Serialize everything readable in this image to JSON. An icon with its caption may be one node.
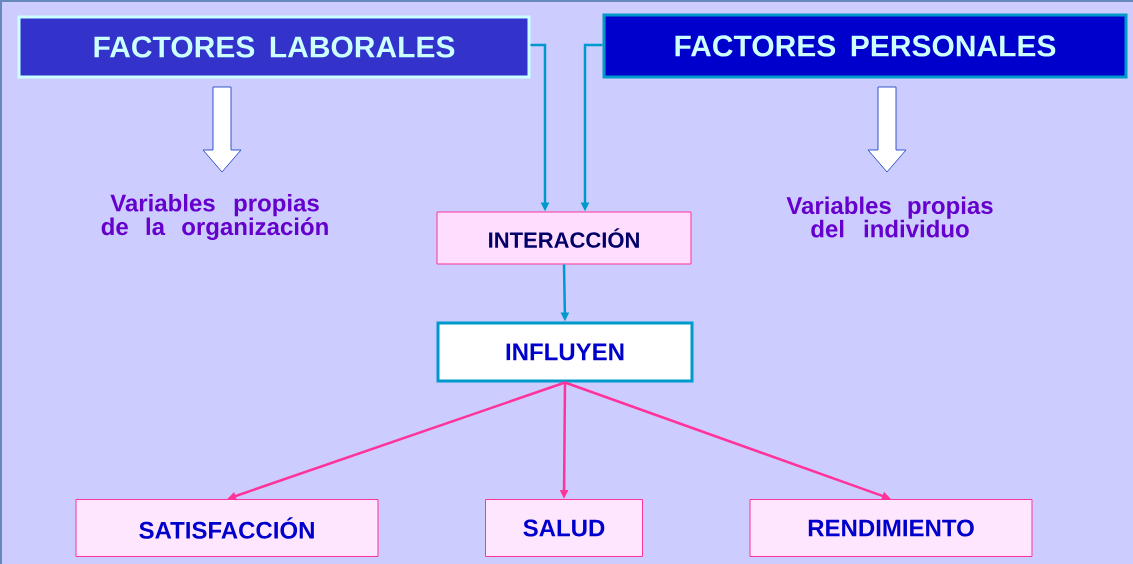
{
  "diagram": {
    "nodes": [
      {
        "text": [
          "FACTORES LABORALES"
        ]
      },
      {
        "text": [
          "FACTORES PERSONALES"
        ]
      },
      {
        "text": [
          "Variables propias de la organización"
        ]
      },
      {
        "text": [
          "Variables propias del individuo"
        ]
      },
      {
        "text": [
          "INTERACCIÓN"
        ]
      },
      {
        "text": [
          "INFLUYEN"
        ]
      },
      {
        "text": [
          "SATISFACCIÓN"
        ]
      },
      {
        "text": [
          "SALUD"
        ]
      },
      {
        "text": [
          "RENDIMIENTO"
        ]
      }
    ],
    "edges": [
      {
        "from": 0,
        "to": 2,
        "arrow": "to",
        "color": "#3355cc"
      },
      {
        "from": 1,
        "to": 3,
        "arrow": "to",
        "color": "#3355cc"
      },
      {
        "from": 0,
        "to": 4,
        "arrow": "to",
        "color": "#0099cc"
      },
      {
        "from": 1,
        "to": 4,
        "arrow": "to",
        "color": "#0099cc"
      },
      {
        "from": 4,
        "to": 5,
        "arrow": "to",
        "color": "#0099cc"
      },
      {
        "from": 5,
        "to": 6,
        "arrow": "to",
        "color": "#ff3399"
      },
      {
        "from": 5,
        "to": 7,
        "arrow": "to",
        "color": "#ff3399"
      },
      {
        "from": 5,
        "to": 8,
        "arrow": "to",
        "color": "#ff3399"
      }
    ]
  }
}
